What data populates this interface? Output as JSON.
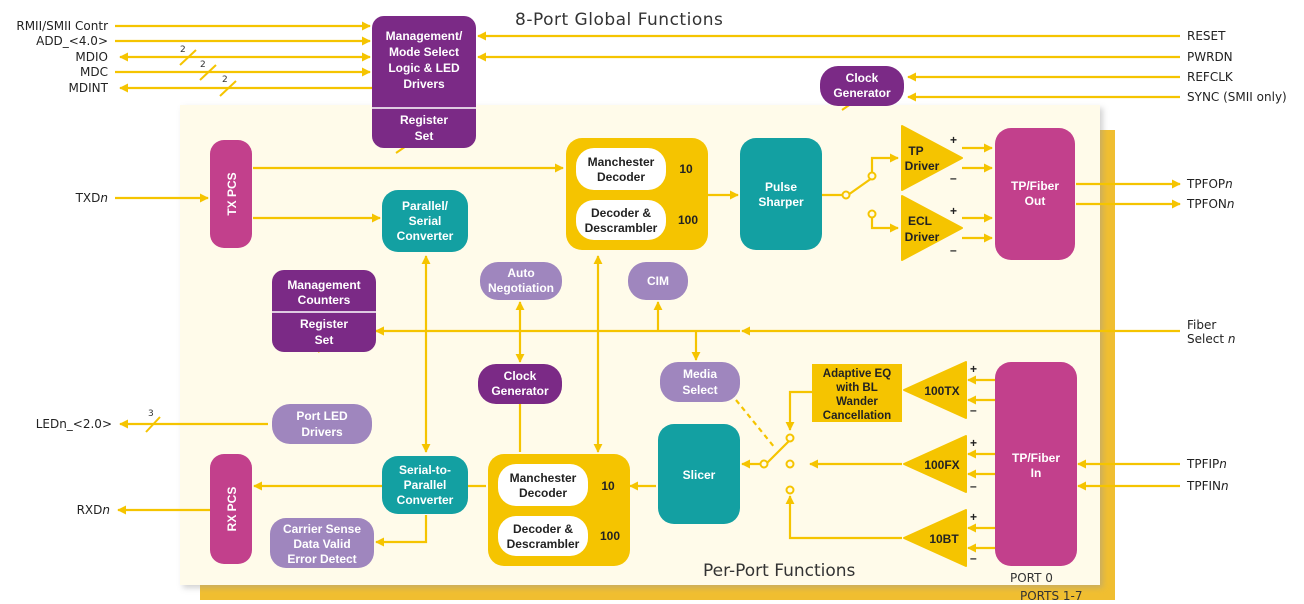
{
  "headings": {
    "global": "8-Port Global Functions",
    "per_port": "Per-Port Functions",
    "port0": "PORT 0",
    "ports17": "PORTS 1-7"
  },
  "left_signals": {
    "rmii": "RMII/SMII Contr",
    "add": "ADD_<4.0>",
    "mdio": "MDIO",
    "mdc": "MDC",
    "mdint": "MDINT",
    "txd": "TXD",
    "txd_n": "n",
    "led": "LEDn_<2.0>",
    "rxd": "RXD",
    "rxd_n": "n"
  },
  "bus_widths": {
    "mdio": "2",
    "mdc": "2",
    "mdint": "2",
    "led": "3"
  },
  "right_signals": {
    "reset": "RESET",
    "pwrdn": "PWRDN",
    "refclk": "REFCLK",
    "sync": "SYNC (SMII only)",
    "tpfop": "TPFOP",
    "tpfop_n": "n",
    "tpfon": "TPFON",
    "tpfon_n": "n",
    "fiber1": "Fiber",
    "fiber2": "Select ",
    "fiber_n": "n",
    "tpfip": "TPFIP",
    "tpfip_n": "n",
    "tpfin": "TPFIN",
    "tpfin_n": "n"
  },
  "blocks": {
    "mgmt_mode": [
      "Management/",
      "Mode Select",
      "Logic & LED",
      "Drivers"
    ],
    "register_set_top": [
      "Register",
      "Set"
    ],
    "clock_gen_top": [
      "Clock",
      "Generator"
    ],
    "tx_pcs": "TX PCS",
    "rx_pcs": "RX PCS",
    "par_ser": [
      "Parallel/",
      "Serial",
      "Converter"
    ],
    "ser_par": [
      "Serial-to-",
      "Parallel",
      "Converter"
    ],
    "mgmt_counters": [
      "Management",
      "Counters"
    ],
    "register_set_mid": [
      "Register",
      "Set"
    ],
    "auto_neg": [
      "Auto",
      "Negotiation"
    ],
    "cim": "CIM",
    "clock_gen_mid": [
      "Clock",
      "Generator"
    ],
    "media_select": [
      "Media",
      "Select"
    ],
    "port_led": [
      "Port LED",
      "Drivers"
    ],
    "carrier_sense": [
      "Carrier Sense",
      "Data Valid",
      "Error Detect"
    ],
    "manchester_top": [
      "Manchester",
      "Decoder"
    ],
    "descrambler_top": [
      "Decoder &",
      "Descrambler"
    ],
    "manchester_bot": [
      "Manchester",
      "Decoder"
    ],
    "descrambler_bot": [
      "Decoder &",
      "Descrambler"
    ],
    "label10": "10",
    "label100": "100",
    "pulse_sharper": [
      "Pulse",
      "Sharper"
    ],
    "slicer": "Slicer",
    "tp_driver": [
      "TP",
      "Driver"
    ],
    "ecl_driver": [
      "ECL",
      "Driver"
    ],
    "tp_out": [
      "TP/Fiber",
      "Out"
    ],
    "tp_in": [
      "TP/Fiber",
      "In"
    ],
    "adaptive_eq": [
      "Adaptive EQ",
      "with BL",
      "Wander",
      "Cancellation"
    ],
    "amp_100tx": "100TX",
    "amp_100fx": "100FX",
    "amp_10bt": "10BT",
    "plus": "+",
    "minus": "–"
  },
  "colors": {
    "magenta": "#C2408C",
    "purple": "#7B2A86",
    "lavender": "#9F86BE",
    "teal": "#13A0A2",
    "yellow": "#F5C400",
    "gold": "#F0BE30",
    "cream": "#FFFBEA",
    "arrow": "#F5C400"
  }
}
